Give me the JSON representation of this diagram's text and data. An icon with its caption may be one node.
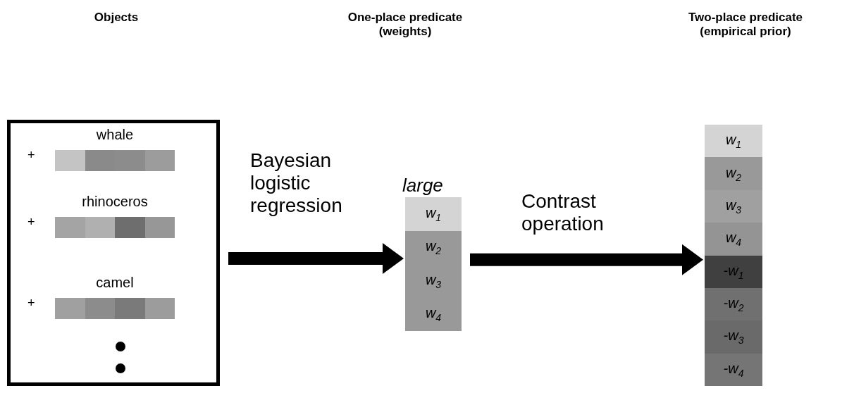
{
  "diagram": {
    "nodes": [
      {
        "text": [],
        "shape": "box"
      },
      {
        "text": [
          "whale"
        ],
        "in": 0,
        "beside": [
          "+"
        ]
      },
      {
        "text": [
          "rhinoceros"
        ],
        "in": 0,
        "beside": [
          "+"
        ]
      },
      {
        "text": [
          "camel"
        ],
        "in": 0,
        "beside": [
          "+"
        ]
      },
      {
        "text": [
          "large"
        ]
      },
      {
        "text": [
          "w$_{1}$"
        ],
        "in": 4
      },
      {
        "text": [
          "w$_{2}$"
        ],
        "in": 4
      },
      {
        "text": [
          "w$_{3}$"
        ],
        "in": 4
      },
      {
        "text": [
          "w$_{4}$"
        ],
        "in": 4
      },
      {
        "text": [],
        "shape": "box"
      },
      {
        "text": [
          "w$_{1}$"
        ],
        "in": 9
      },
      {
        "text": [
          "w$_{2}$"
        ],
        "in": 9
      },
      {
        "text": [
          "w$_{3}$"
        ],
        "in": 9
      },
      {
        "text": [
          "w$_{4}$"
        ],
        "in": 9
      },
      {
        "text": [
          "-w$_{1}$"
        ],
        "in": 9
      },
      {
        "text": [
          "-w$_{2}$"
        ],
        "in": 9
      },
      {
        "text": [
          "-w$_{3}$"
        ],
        "in": 9
      },
      {
        "text": [
          "-w$_{4}$"
        ],
        "in": 9
      }
    ],
    "edges": [
      {
        "from": 0,
        "to": 4,
        "arrow": "to",
        "label": "Bayesian logistic regression"
      },
      {
        "from": 4,
        "to": 9,
        "arrow": "to",
        "label": "Contrast operation"
      }
    ],
    "labels": [
      "Objects",
      "One-place predicate (weights)",
      "Two-place predicate (empirical prior)"
    ]
  }
}
